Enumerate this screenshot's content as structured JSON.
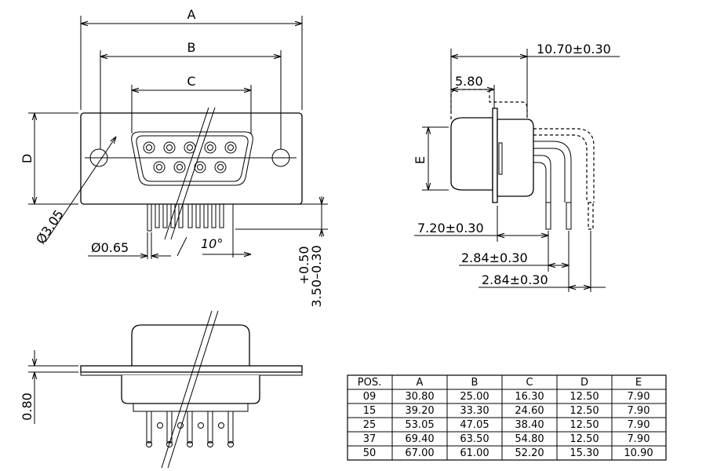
{
  "dimensions": {
    "a": "A",
    "b": "B",
    "c": "C",
    "d": "D",
    "e": "E",
    "hole": "Ø3.05",
    "pin": "Ø0.65",
    "angle": "10°",
    "tol_plus": "+0.50",
    "tol_minus": "3.50–0.30",
    "side_total": "10.70±0.30",
    "side_flange": "5.80",
    "side_pin_offset": "7.20±0.30",
    "side_pitch1": "2.84±0.30",
    "side_pitch2": "2.84±0.30",
    "flange_thickness": "0.80"
  },
  "table": {
    "headers": [
      "POS.",
      "A",
      "B",
      "C",
      "D",
      "E"
    ],
    "rows": [
      [
        "09",
        "30.80",
        "25.00",
        "16.30",
        "12.50",
        "7.90"
      ],
      [
        "15",
        "39.20",
        "33.30",
        "24.60",
        "12.50",
        "7.90"
      ],
      [
        "25",
        "53.05",
        "47.05",
        "38.40",
        "12.50",
        "7.90"
      ],
      [
        "37",
        "69.40",
        "63.50",
        "54.80",
        "12.50",
        "7.90"
      ],
      [
        "50",
        "67.00",
        "61.00",
        "52.20",
        "15.30",
        "10.90"
      ]
    ]
  }
}
